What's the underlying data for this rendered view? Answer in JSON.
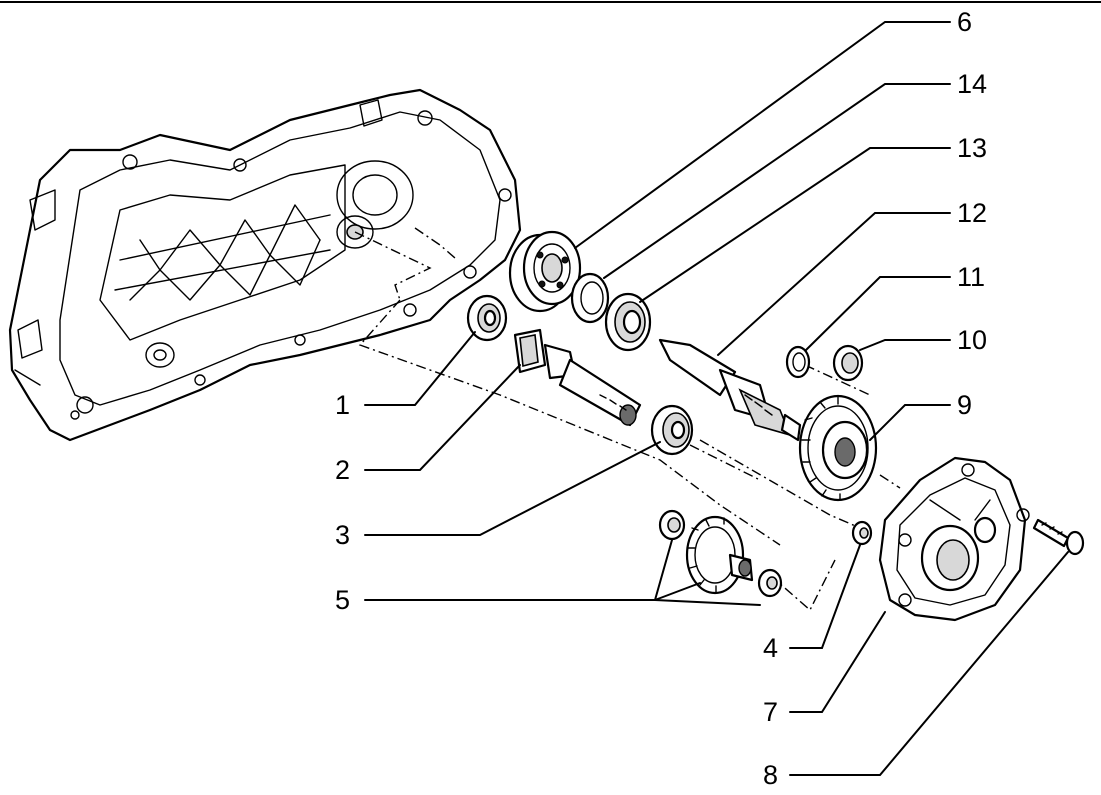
{
  "callouts": [
    {
      "id": "6",
      "label": "6"
    },
    {
      "id": "14",
      "label": "14"
    },
    {
      "id": "13",
      "label": "13"
    },
    {
      "id": "12",
      "label": "12"
    },
    {
      "id": "11",
      "label": "11"
    },
    {
      "id": "10",
      "label": "10"
    },
    {
      "id": "9",
      "label": "9"
    },
    {
      "id": "1",
      "label": "1"
    },
    {
      "id": "2",
      "label": "2"
    },
    {
      "id": "3",
      "label": "3"
    },
    {
      "id": "5",
      "label": "5"
    },
    {
      "id": "4",
      "label": "4"
    },
    {
      "id": "7",
      "label": "7"
    },
    {
      "id": "8",
      "label": "8"
    }
  ],
  "colors": {
    "line": "#000000",
    "background": "#ffffff",
    "shade": "#d8d8d8"
  }
}
